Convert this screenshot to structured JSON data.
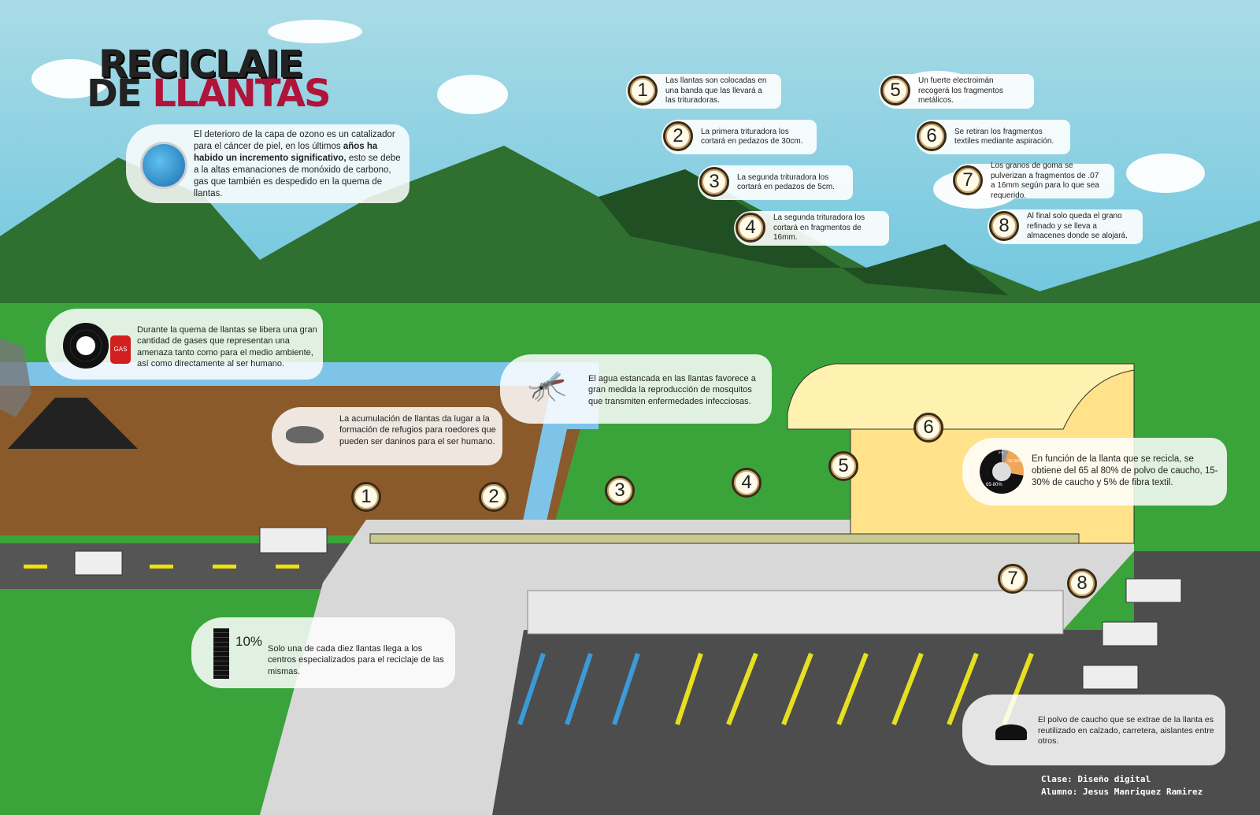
{
  "title": {
    "line1": "RECICLAJE",
    "line2_a": "DE ",
    "line2_b": "LLANTAS"
  },
  "colors": {
    "sky": "#8fd0e3",
    "mountain": "#2d6e2e",
    "grass": "#2f9e2f",
    "dirt": "#8a5a2b",
    "road": "#555555",
    "title_red": "#b0143a",
    "building": "#ffe28a"
  },
  "info": {
    "ozone": "El deterioro de la capa de ozono es un catalizador para el cáncer de piel, en los últimos",
    "ozone_bold": "años ha habido un incremento significativo,",
    "ozone_end": "esto se debe a la altas emanaciones de monóxido de carbono, gas que también es despedido en la quema de llantas.",
    "gases": "Durante la quema de llantas se libera una gran cantidad de gases que representan una amenaza tanto como para el medio ambiente, así como directamente al ser humano.",
    "gas_label": "GAS",
    "rodents": "La acumulación de llantas da lugar a la formación de refugios para roedores que pueden ser daninos para el ser humano.",
    "mosquito": "El agua estancada en las llantas favorece a gran medida la reproducción de mosquitos que transmiten enfermedades infecciosas.",
    "percent": "10%",
    "ten": "Solo una de cada diez llantas llega a los centros especializados para el reciclaje de las mismas.",
    "composition": "En función de la llanta que se recicla, se obtiene del 65 al 80% de polvo de caucho, 15-30% de caucho y 5% de fibra textil.",
    "pie_labels": [
      "65-80%",
      "15-30%",
      "5%"
    ],
    "dust": "El polvo de caucho que se extrae de la llanta es reutilizado en calzado, carretera, aislantes entre otros."
  },
  "steps": [
    {
      "n": "1",
      "text": "Las llantas son colocadas en una banda que las llevará a las trituradoras."
    },
    {
      "n": "2",
      "text": "La primera trituradora los cortará en pedazos de 30cm."
    },
    {
      "n": "3",
      "text": "La segunda trituradora los cortará en pedazos de 5cm."
    },
    {
      "n": "4",
      "text": "La segunda trituradora los cortará en fragmentos de 16mm."
    },
    {
      "n": "5",
      "text": "Un fuerte electroimán recogerá los fragmentos metálicos."
    },
    {
      "n": "6",
      "text": "Se retiran los fragmentos textiles mediante aspiración."
    },
    {
      "n": "7",
      "text": "Los granos de goma se pulverizan a fragmentos de .07 a 16mm según para lo que sea requerido."
    },
    {
      "n": "8",
      "text": "Al final solo queda el grano refinado y se lleva a almacenes donde se alojará."
    }
  ],
  "credits": {
    "clase": "Clase: Diseño digital",
    "alumno": "Alumno: Jesus Manriquez Ramirez"
  }
}
